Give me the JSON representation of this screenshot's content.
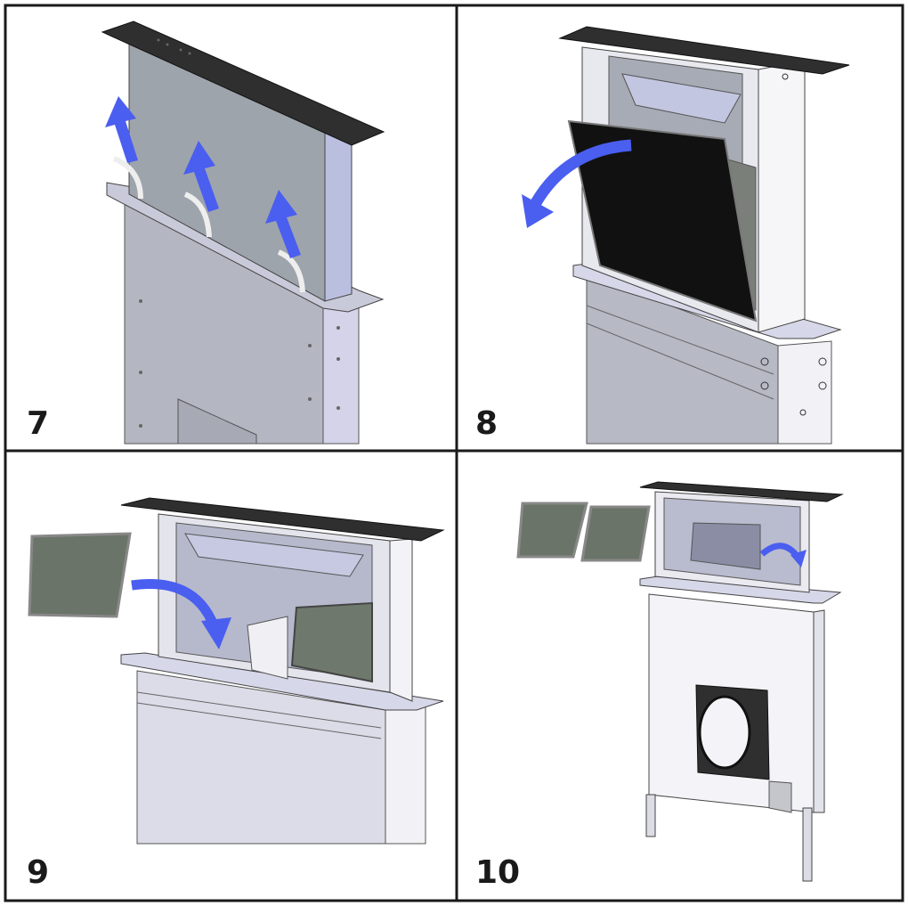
{
  "panels": [
    {
      "step": "7"
    },
    {
      "step": "8"
    },
    {
      "step": "9"
    },
    {
      "step": "10"
    }
  ],
  "colors": {
    "arrow": "#4a5ef0",
    "glass_top": "#2f2f2f",
    "steel": "#a9adb8",
    "steel_light": "#d8d9e6",
    "steel_dark": "#8d929e",
    "filter_mesh": "#6b7468",
    "panel_black": "#111111",
    "frame_line": "#1a1a1a"
  },
  "icons": [
    "up-arrow-icon",
    "curved-arrow-icon"
  ]
}
